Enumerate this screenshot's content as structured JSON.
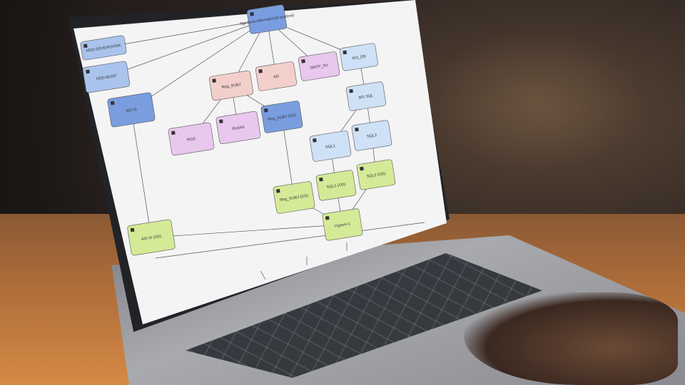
{
  "nodes": [
    {
      "id": "top",
      "label": "Agentura informačních systémů",
      "color": "#7a9de0"
    },
    {
      "id": "hdd-server",
      "label": "HDD-SEVEROVNIK",
      "color": "#a9c3ec"
    },
    {
      "id": "hdd-bckp",
      "label": "HDD-BCKP",
      "color": "#a9c3ec"
    },
    {
      "id": "ais-is",
      "label": "AIS IS",
      "color": "#7a9de0"
    },
    {
      "id": "reg-subj",
      "label": "Reg_SUBJ",
      "color": "#f2cfcb"
    },
    {
      "id": "ad",
      "label": "AD",
      "color": "#f2cfcb"
    },
    {
      "id": "smtp",
      "label": "SMTP_SV",
      "color": "#e8c8ec"
    },
    {
      "id": "ais-db",
      "label": "AIS_DB",
      "color": "#cfe1f6"
    },
    {
      "id": "ms-sql",
      "label": "MS SQL",
      "color": "#cfe1f6"
    },
    {
      "id": "ros",
      "label": "ROS",
      "color": "#e8c8ec"
    },
    {
      "id": "ruian",
      "label": "RUIAN",
      "color": "#e8c8ec"
    },
    {
      "id": "reg-subj-os",
      "label": "Reg_SUBJ (OS)",
      "color": "#7a9de0"
    },
    {
      "id": "sql1",
      "label": "SQL1",
      "color": "#cfe1f6"
    },
    {
      "id": "sql2",
      "label": "SQL2",
      "color": "#cfe1f6"
    },
    {
      "id": "sql1-os",
      "label": "SQL1 (OS)",
      "color": "#d4ea97"
    },
    {
      "id": "sql2-os",
      "label": "SQL2 (OS)",
      "color": "#d4ea97"
    },
    {
      "id": "reg-subj-os2",
      "label": "Reg_SUBJ (OS)",
      "color": "#d4ea97"
    },
    {
      "id": "hyperv",
      "label": "Hyperv-1",
      "color": "#d4ea97"
    },
    {
      "id": "ais-is-os",
      "label": "AIS IS (OS)",
      "color": "#d4ea97"
    }
  ],
  "colors": {
    "screen": "#f4f4f5",
    "line": "#555555"
  }
}
